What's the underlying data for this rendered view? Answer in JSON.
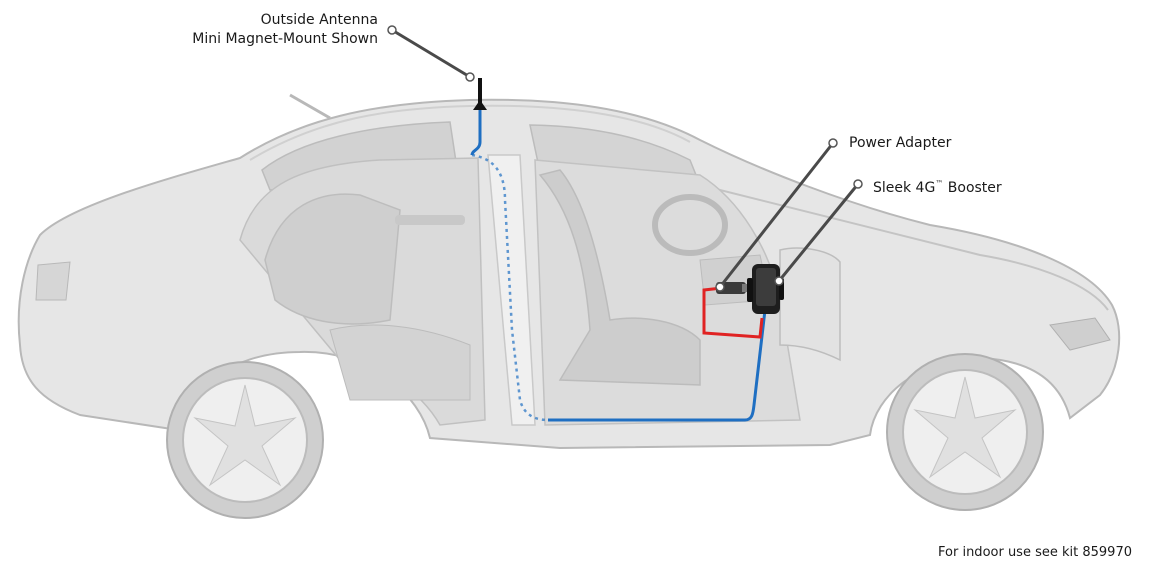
{
  "labels": {
    "antenna_line1": "Outside Antenna",
    "antenna_line2": "Mini Magnet-Mount Shown",
    "power_adapter": "Power Adapter",
    "booster_name": "Sleek 4G",
    "booster_tm": "™",
    "booster_suffix": " Booster",
    "footnote": "For indoor use see kit 859970"
  },
  "colors": {
    "cable_blue": "#1f6fc2",
    "cable_red": "#e02323",
    "car_body": "#e3e3e3",
    "car_outline": "#b5b5b5",
    "interior": "#d6d6d6",
    "leader_line": "#4a4a4a"
  },
  "icons": [
    "antenna-icon",
    "power-adapter-icon",
    "booster-cradle-icon"
  ]
}
